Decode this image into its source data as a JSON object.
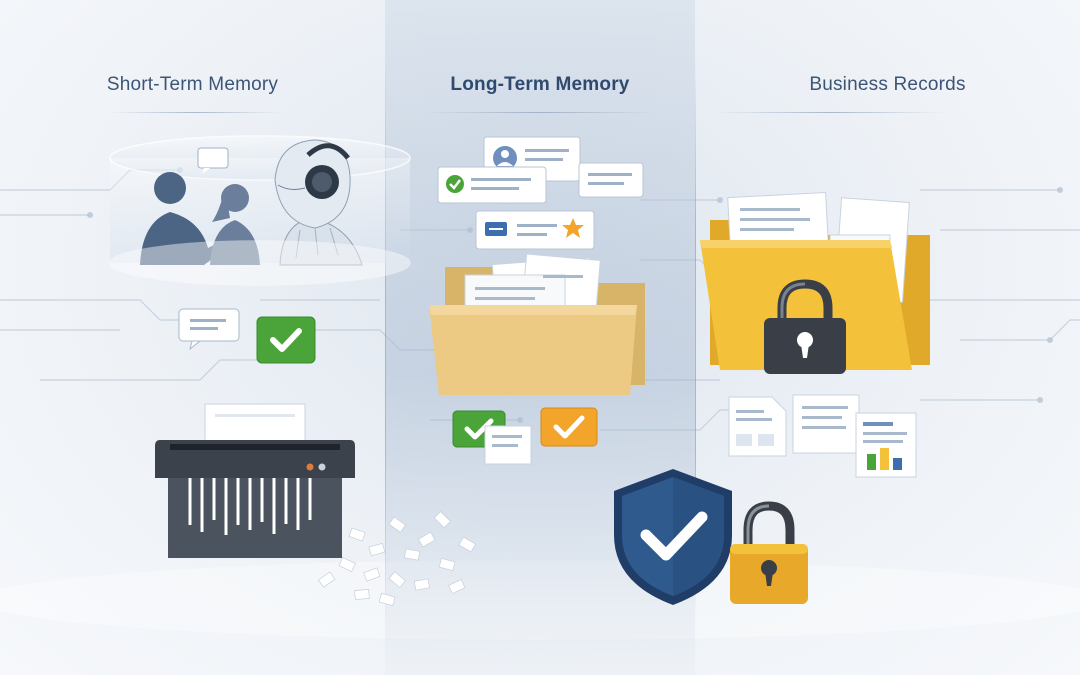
{
  "panels": {
    "short_term": {
      "title": "Short-Term Memory"
    },
    "long_term": {
      "title": "Long-Term Memory"
    },
    "business": {
      "title": "Business Records"
    }
  },
  "colors": {
    "heading": "#3c5577",
    "check_green": "#4aa43a",
    "check_orange": "#f2a52a",
    "folder_yellow": "#f3c23a",
    "folder_tan": "#e6c37c",
    "shield_blue": "#2f5a8e",
    "lock_dark": "#3a3f47",
    "lock_gold": "#e8a92a",
    "shredder_dark": "#3b424c"
  },
  "icons": [
    "people-conversation-illustration",
    "robot-headphones-icon",
    "speech-bubble-icon",
    "green-check-icon",
    "paper-shredder-icon",
    "profile-card-icon",
    "star-card-icon",
    "open-folder-icon",
    "orange-check-icon",
    "locked-folder-icon",
    "padlock-icon",
    "shield-check-icon",
    "document-icon",
    "report-chart-icon"
  ]
}
